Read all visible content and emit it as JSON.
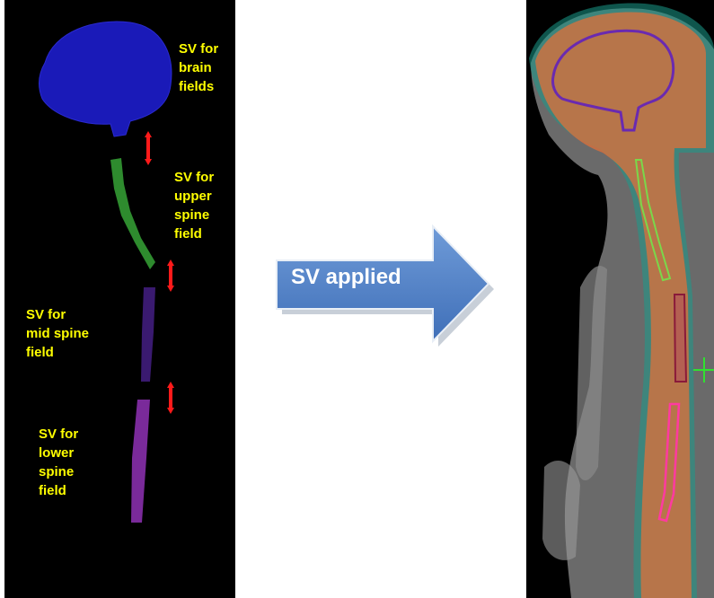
{
  "left_panel": {
    "labels": {
      "brain": "SV for\nbrain\nfields",
      "upper": "SV for\nupper\nspine\nfield",
      "mid": "SV for\nmid spine\nfield",
      "lower": "SV for\nlower\nspine\nfield"
    },
    "colors": {
      "brain": "#1a1ab8",
      "upper": "#2e8b2e",
      "mid": "#3a1a70",
      "lower": "#7a2a9a",
      "overlap_arrows": "#ff1a1a",
      "label_text": "#ffff00"
    }
  },
  "transition_arrow": {
    "label": "SV applied",
    "color": "#4f7fc4"
  },
  "right_panel": {
    "colors": {
      "dose_wash": "#e0703a",
      "brain_contour": "#6a2ab0",
      "upper_contour": "#7ad84a",
      "mid_contour": "#8a1a3a",
      "lower_contour": "#ff3aa0",
      "isocenter_marker": "#30e030"
    }
  }
}
